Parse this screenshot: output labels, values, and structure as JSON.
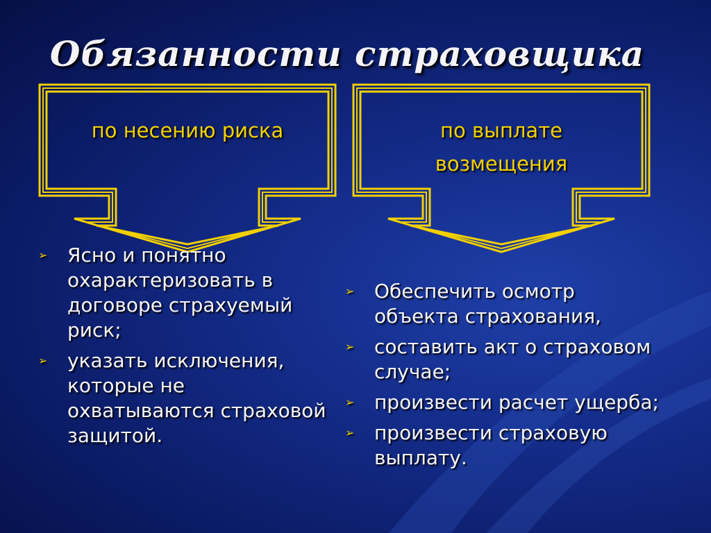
{
  "title": "Обязанности страховщика",
  "colors": {
    "background": "#142c8a",
    "accent": "#f2d000",
    "text": "#f4f4f8"
  },
  "boxes": [
    {
      "label": "по несению риска",
      "items": [
        "Ясно и понятно охарактеризовать в договоре страхуемый риск;",
        "указать исключения, которые не охватываются страховой защитой."
      ]
    },
    {
      "label": "по выплате возмещения",
      "items": [
        "Обеспечить осмотр объекта страхования,",
        "составить акт о страховом случае;",
        "произвести расчет ущерба;",
        "произвести страховую выплату."
      ]
    }
  ],
  "bullet_icon": "arrowhead-bullet-icon"
}
